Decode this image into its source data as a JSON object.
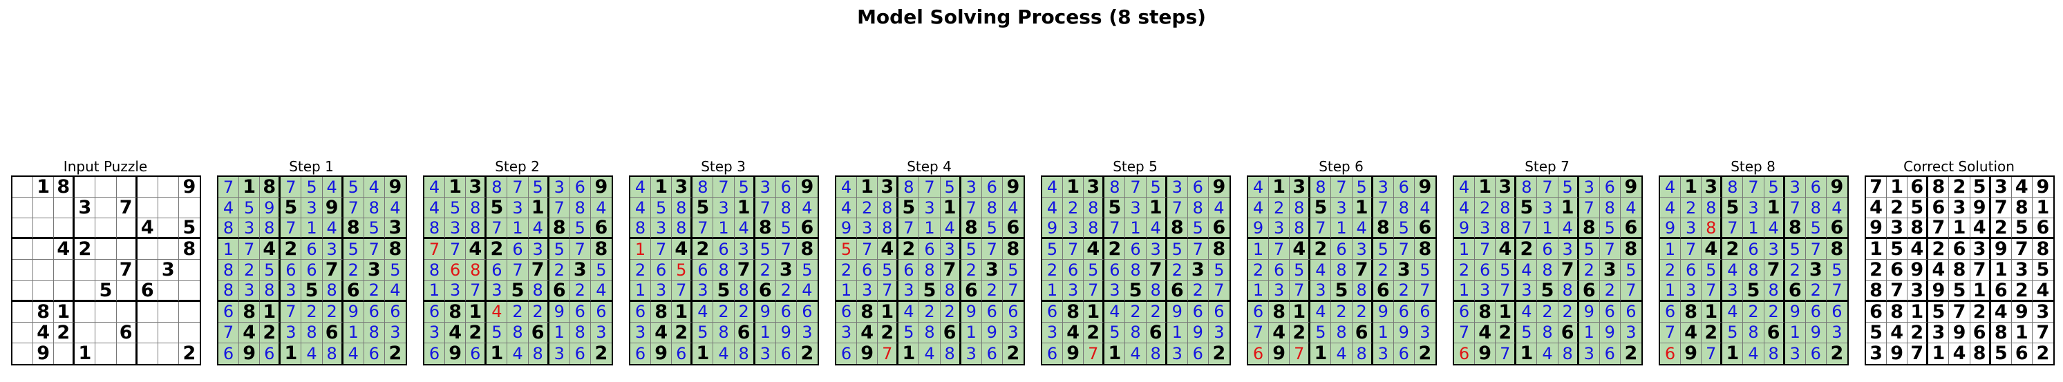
{
  "title": "Model Solving Process (8 steps)",
  "colors": {
    "given": "#000000",
    "predicted": "#1515e0",
    "wrong": "#e01515",
    "filled_bg": "#b9dcb0"
  },
  "panels": [
    {
      "label": "Input Puzzle",
      "type": "input",
      "grid": [
        "018000009",
        "000307000",
        "000000405",
        "004200008",
        "000007030",
        "000050600",
        "081000000",
        "042006000",
        "090100002"
      ]
    },
    {
      "label": "Step 1",
      "type": "step",
      "grid": [
        "718754549",
        "459539784",
        "838714853",
        "174263578",
        "825667235",
        "838358624",
        "681722966",
        "742386183",
        "696148462"
      ],
      "wrong": []
    },
    {
      "label": "Step 2",
      "type": "step",
      "grid": [
        "413875369",
        "458531784",
        "838714856",
        "774263578",
        "868677235",
        "137358624",
        "681422966",
        "342586183",
        "696148362"
      ],
      "wrong": [
        "30",
        "41",
        "42",
        "63"
      ]
    },
    {
      "label": "Step 3",
      "type": "step",
      "grid": [
        "413875369",
        "458531784",
        "838714856",
        "174263578",
        "265687235",
        "137358624",
        "681422966",
        "342586193",
        "696148362"
      ],
      "wrong": [
        "30",
        "42"
      ]
    },
    {
      "label": "Step 4",
      "type": "step",
      "grid": [
        "413875369",
        "428531784",
        "938714856",
        "574263578",
        "265687235",
        "137358627",
        "681422966",
        "342586193",
        "697148362"
      ],
      "wrong": [
        "30",
        "82"
      ]
    },
    {
      "label": "Step 5",
      "type": "step",
      "grid": [
        "413875369",
        "428531784",
        "938714856",
        "574263578",
        "265687235",
        "137358627",
        "681422966",
        "342586193",
        "697148362"
      ],
      "wrong": [
        "82"
      ]
    },
    {
      "label": "Step 6",
      "type": "step",
      "grid": [
        "413875369",
        "428531784",
        "938714856",
        "174263578",
        "265487235",
        "137358627",
        "681422966",
        "742586193",
        "697148362"
      ],
      "wrong": [
        "80",
        "82"
      ]
    },
    {
      "label": "Step 7",
      "type": "step",
      "grid": [
        "413875369",
        "428531784",
        "938714856",
        "174263578",
        "265487235",
        "137358627",
        "681422966",
        "742586193",
        "697148362"
      ],
      "wrong": [
        "80"
      ]
    },
    {
      "label": "Step 8",
      "type": "step",
      "grid": [
        "413875369",
        "428531784",
        "938714856",
        "174263578",
        "265487235",
        "137358627",
        "681422966",
        "742586193",
        "697148362"
      ],
      "wrong": [
        "22",
        "80"
      ]
    },
    {
      "label": "Correct Solution",
      "type": "solution",
      "grid": [
        "716825349",
        "425639781",
        "938714256",
        "154263978",
        "269487135",
        "873951624",
        "681572493",
        "542396817",
        "397148562"
      ]
    }
  ]
}
